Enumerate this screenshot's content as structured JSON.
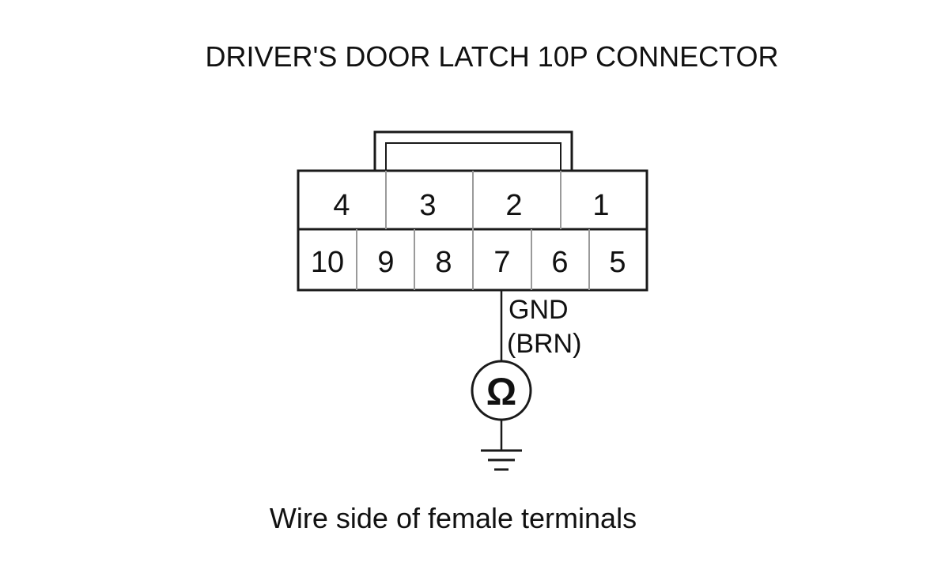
{
  "title": "DRIVER'S DOOR LATCH 10P CONNECTOR",
  "connector": {
    "top_row": [
      "4",
      "3",
      "2",
      "1"
    ],
    "bottom_row": [
      "10",
      "9",
      "8",
      "7",
      "6",
      "5"
    ],
    "probed_terminal": "7"
  },
  "wire": {
    "signal": "GND",
    "color_code": "(BRN)"
  },
  "meter": {
    "symbol": "Ω"
  },
  "caption": "Wire side of female terminals",
  "colors": {
    "line": "#1a1a1a",
    "terminal_divider": "#9a9a9a",
    "text": "#111111"
  }
}
